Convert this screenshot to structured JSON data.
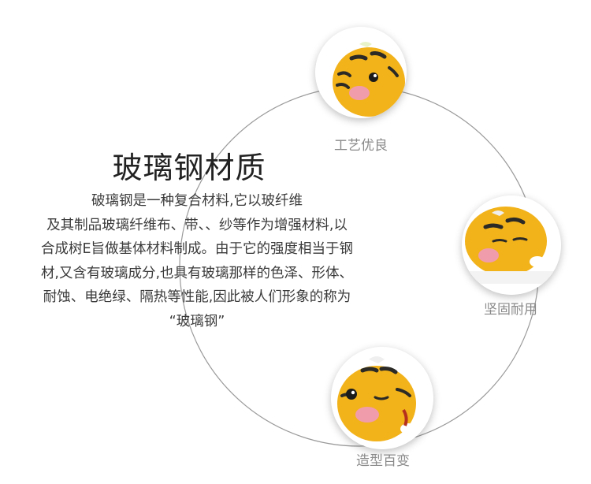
{
  "title": "玻璃钢材质",
  "description_lines": [
    "破璃钢是一种复合材料,它以玻纤维",
    "及其制品玻璃纤维布、带、、纱等作为增强材料,以",
    "合成树E旨做基体材料制成。由于它的强度相当于钢",
    "材,又含有玻璃成分,也具有玻璃那样的色泽、形体、",
    "耐蚀、电绝绿、隔热等性能,因此被人们形象的称为",
    "“玻璃钢”"
  ],
  "features": [
    {
      "label": "工艺优良",
      "icon": "tiger-mascot-icon"
    },
    {
      "label": "坚固耐用",
      "icon": "tiger-mascot-icon"
    },
    {
      "label": "造型百变",
      "icon": "tiger-mascot-icon"
    }
  ],
  "colors": {
    "ring": "#9a9a9a",
    "mascot_body": "#F2B21A",
    "mascot_stripe": "#2B2A26",
    "mascot_cheek": "#F19CAB",
    "caption": "#8a8a8a"
  }
}
